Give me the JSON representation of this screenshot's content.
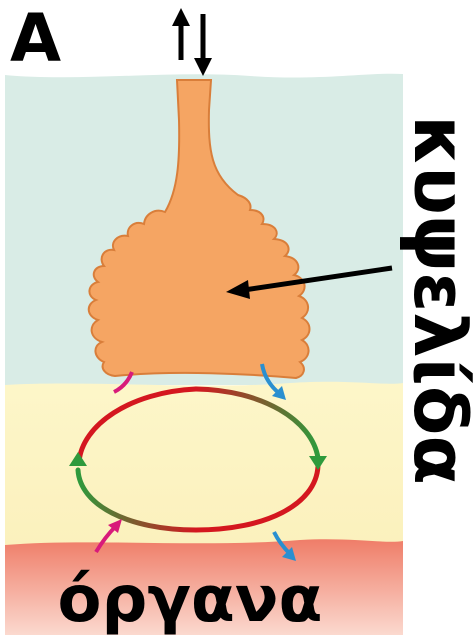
{
  "panel_label": "A",
  "labels": {
    "organ": "κυψελίδα",
    "organs": "όργανα"
  },
  "colors": {
    "upper_zone": "#d9ece6",
    "middle_zone": "#fbf4c3",
    "lower_zone": "#f08a72",
    "organ_fill": "#f5a563",
    "organ_stroke": "#d97e3a",
    "red_path": "#d4171f",
    "green_path": "#2e9a3c",
    "inflow_arrow": "#d81b7a",
    "outflow_arrow": "#2a8fd0",
    "pointer": "#000000"
  },
  "icons": {
    "exchange": "up-down-arrows-icon",
    "pointer": "arrow-icon"
  }
}
